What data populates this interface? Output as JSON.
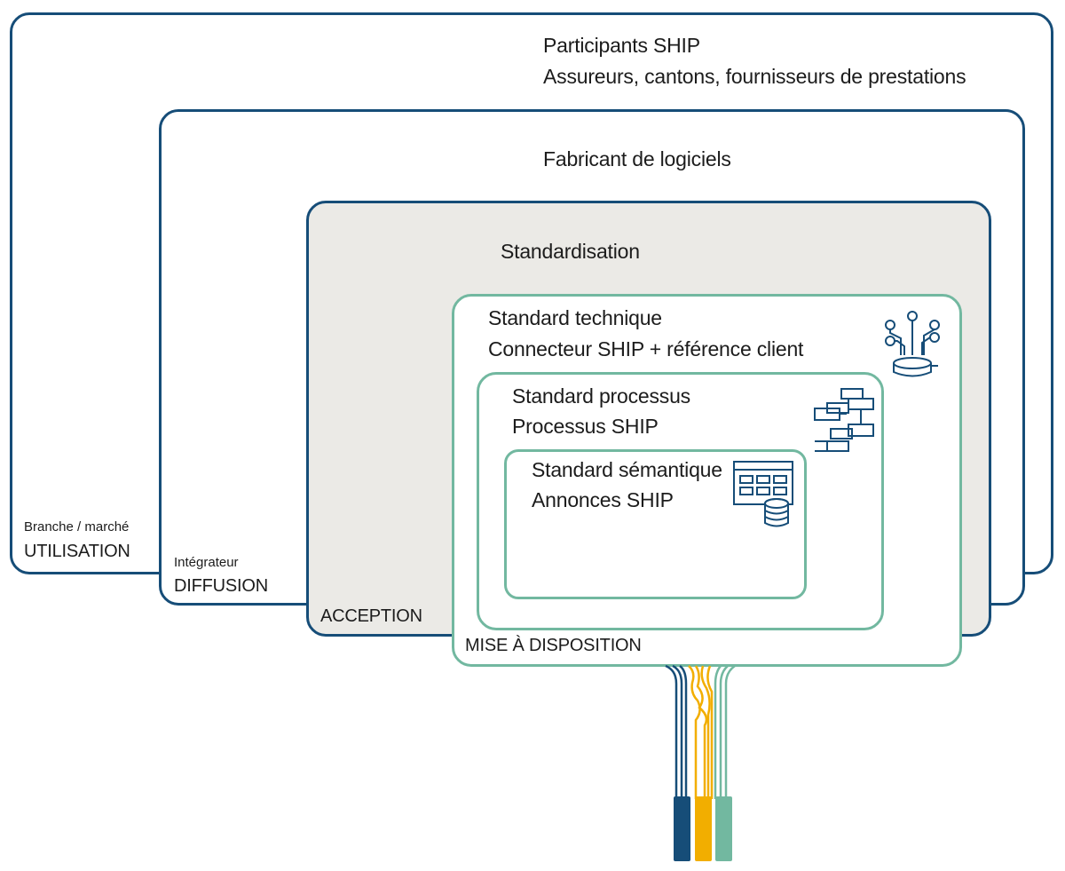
{
  "layers": {
    "participants": {
      "title": "Participants SHIP",
      "subtitle": "Assureurs, cantons, fournisseurs de prestations",
      "small_label": "Branche / marché",
      "caption": "UTILISATION"
    },
    "software": {
      "title": "Fabricant de logiciels",
      "small_label": "Intégrateur",
      "caption": "DIFFUSION"
    },
    "standardisation": {
      "title": "Standardisation",
      "caption": "ACCEPTION"
    },
    "technical": {
      "title": "Standard technique",
      "subtitle": "Connecteur SHIP + référence client",
      "caption": "MISE À DISPOSITION",
      "icon": "database-network-icon"
    },
    "process": {
      "title": "Standard processus",
      "subtitle": "Processus SHIP",
      "icon": "process-flow-icon"
    },
    "semantic": {
      "title": "Standard sémantique",
      "subtitle": "Annonces SHIP",
      "icon": "table-database-icon"
    }
  },
  "colors": {
    "navy": "#164d78",
    "green": "#72b8a0",
    "amber": "#f2ae00",
    "grey": "#ebeae6"
  }
}
